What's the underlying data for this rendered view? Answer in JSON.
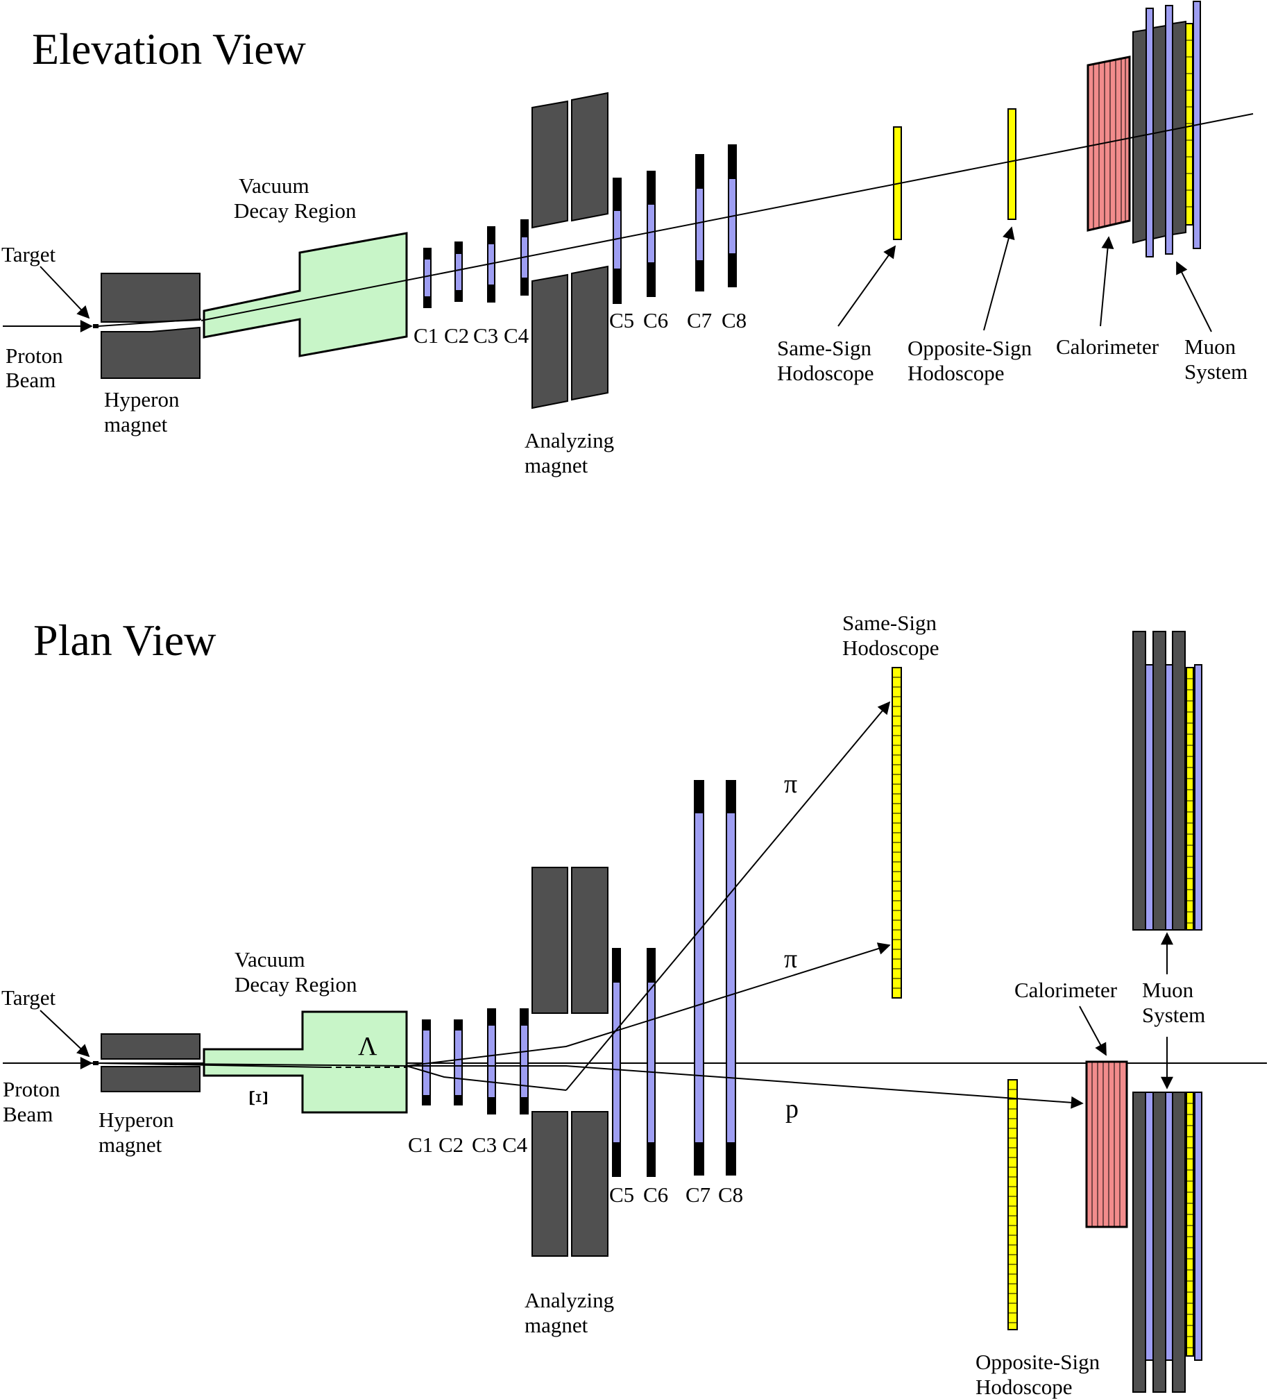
{
  "colors": {
    "magnet": "#505050",
    "vacuum": "#c8f5c8",
    "chamber_wire": "#9e9ef2",
    "chamber_frame": "#000000",
    "hodoscope": "#ffff00",
    "calorimeter": "#f28c8c",
    "muon_steel": "#505050",
    "muon_plane": "#9e9ef2"
  },
  "elevation": {
    "title": "Elevation View",
    "target": "Target",
    "proton_l1": "Proton",
    "proton_l2": "Beam",
    "hyperon_l1": "Hyperon",
    "hyperon_l2": "magnet",
    "vacuum_l1": "Vacuum",
    "vacuum_l2": "Decay Region",
    "chambers": [
      "C1",
      "C2",
      "C3",
      "C4",
      "C5",
      "C6",
      "C7",
      "C8"
    ],
    "analyzing_l1": "Analyzing",
    "analyzing_l2": "magnet",
    "ss_l1": "Same-Sign",
    "ss_l2": "Hodoscope",
    "os_l1": "Opposite-Sign",
    "os_l2": "Hodoscope",
    "calorimeter": "Calorimeter",
    "muon_l1": "Muon",
    "muon_l2": "System"
  },
  "plan": {
    "title": "Plan View",
    "target": "Target",
    "proton_l1": "Proton",
    "proton_l2": "Beam",
    "hyperon_l1": "Hyperon",
    "hyperon_l2": "magnet",
    "vacuum_l1": "Vacuum",
    "vacuum_l2": "Decay Region",
    "chambers": [
      "C1",
      "C2",
      "C3",
      "C4",
      "C5",
      "C6",
      "C7",
      "C8"
    ],
    "analyzing_l1": "Analyzing",
    "analyzing_l2": "magnet",
    "ss_l1": "Same-Sign",
    "ss_l2": "Hodoscope",
    "os_l1": "Opposite-Sign",
    "os_l2": "Hodoscope",
    "calorimeter": "Calorimeter",
    "muon_l1": "Muon",
    "muon_l2": "System",
    "pi_upper": "π",
    "pi_lower": "π",
    "proton_track": "p",
    "lambda": "Λ",
    "xi": "Ξ"
  }
}
